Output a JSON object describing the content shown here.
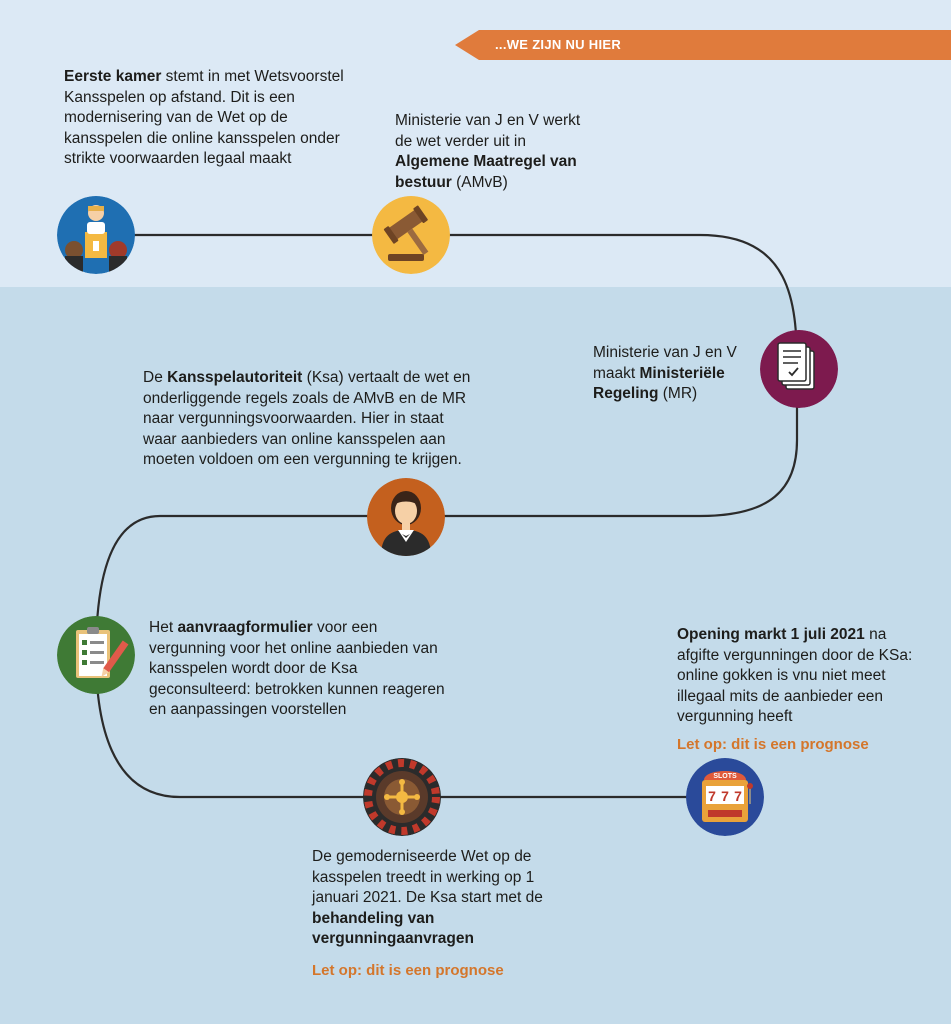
{
  "banner": {
    "label": "...WE ZIJN NU HIER"
  },
  "colors": {
    "accent": "#e07b3c",
    "warning": "#d4762b",
    "top_band": "#dce9f5",
    "bottom_band": "#c4dbea",
    "path": "#2b2b2b"
  },
  "steps": [
    {
      "icon": "parliament-speaker-icon",
      "pre": "",
      "bold": "Eerste kamer",
      "post": " stemt in met Wetsvoorstel Kansspelen op afstand. Dit is een modernisering van de Wet op de kansspelen die online kansspelen onder strikte voorwaarden legaal maakt"
    },
    {
      "icon": "gavel-icon",
      "pre": "Ministerie van J en V werkt de wet verder uit in ",
      "bold": "Algemene Maatregel van bestuur",
      "post": " (AMvB)"
    },
    {
      "icon": "documents-icon",
      "pre": "Ministerie van J en V maakt ",
      "bold": "Ministeriële Regeling",
      "post": " (MR)"
    },
    {
      "icon": "croupier-icon",
      "pre": "De ",
      "bold": "Kansspelautoriteit",
      "post": " (Ksa) vertaalt de wet en onderliggende regels zoals de AMvB en de MR naar vergunningsvoorwaarden. Hier in staat waar aanbieders van online kansspelen aan moeten voldoen om een vergunning te krijgen."
    },
    {
      "icon": "checklist-icon",
      "pre": "Het ",
      "bold": "aanvraagformulier",
      "post": " voor een vergunning voor het online aanbieden van kansspelen wordt door de Ksa geconsulteerd: betrokken kunnen reageren en aanpassingen voorstellen"
    },
    {
      "icon": "roulette-icon",
      "pre": "De gemoderniseerde Wet op de kasspelen treedt in werking op 1 januari 2021. De Ksa start met de ",
      "bold": "behandeling van vergunningaanvragen",
      "post": "",
      "warning": "Let op: dit is een prognose"
    },
    {
      "icon": "slot-machine-icon",
      "pre": "",
      "bold": "Opening markt 1 juli 2021",
      "post": " na afgifte vergunningen door de KSa: online gokken is vnu niet meet illegaal mits de aanbieder een vergunning heeft",
      "warning": "Let op: dit is een prognose"
    }
  ]
}
